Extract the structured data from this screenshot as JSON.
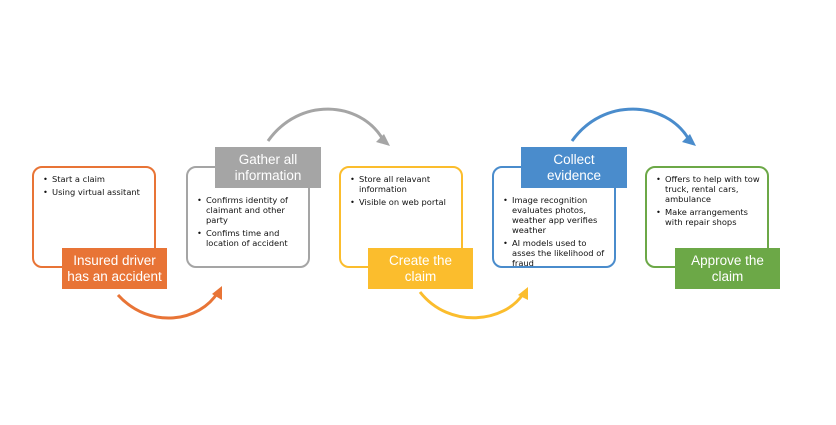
{
  "colors": {
    "orange": "#e87436",
    "gray": "#a5a5a5",
    "yellow": "#fbbd2d",
    "blue": "#4a8ccc",
    "green": "#6ca847"
  },
  "steps": [
    {
      "label": "Insured driver has an accident",
      "items": [
        "Start a claim",
        "Using virtual assitant"
      ]
    },
    {
      "label": "Gather all information",
      "items": [
        "Confirms identity of claimant and other party",
        "Confims time and location of accident"
      ]
    },
    {
      "label": "Create the claim",
      "items": [
        "Store all relavant information",
        "Visible on web portal"
      ]
    },
    {
      "label": "Collect evidence",
      "items": [
        "Image recognition evaluates photos, weather app verifies weather",
        "AI models used to asses the likelihood of fraud"
      ]
    },
    {
      "label": "Approve the claim",
      "items": [
        "Offers to help with tow truck, rental cars, ambulance",
        "Make arrangements with repair shops"
      ]
    }
  ]
}
